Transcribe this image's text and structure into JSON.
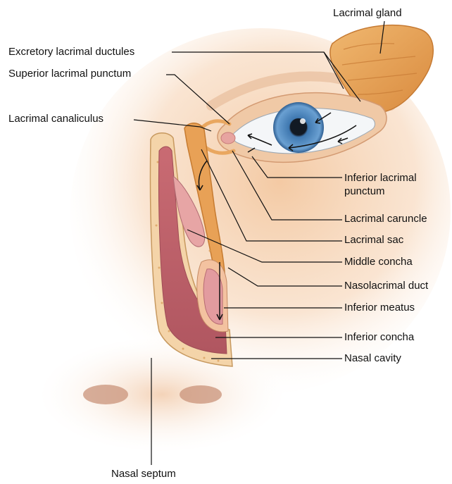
{
  "labels": {
    "lacrimal_gland": "Lacrimal gland",
    "excretory_ductules": "Excretory lacrimal ductules",
    "superior_punctum": "Superior lacrimal punctum",
    "lacrimal_canaliculus": "Lacrimal canaliculus",
    "inferior_punctum_line1": "Inferior lacrimal",
    "inferior_punctum_line2": "punctum",
    "lacrimal_caruncle": "Lacrimal caruncle",
    "lacrimal_sac": "Lacrimal sac",
    "middle_concha": "Middle concha",
    "nasolacrimal_duct": "Nasolacrimal duct",
    "inferior_meatus": "Inferior meatus",
    "inferior_concha": "Inferior concha",
    "nasal_cavity": "Nasal cavity",
    "nasal_septum": "Nasal septum"
  },
  "colors": {
    "skin": "#f6d9bf",
    "gland": "#e8a45a",
    "iris": "#5d8fc4",
    "mucosa": "#d97f87",
    "cavity": "#e2a4a4",
    "leader": "#111111"
  }
}
